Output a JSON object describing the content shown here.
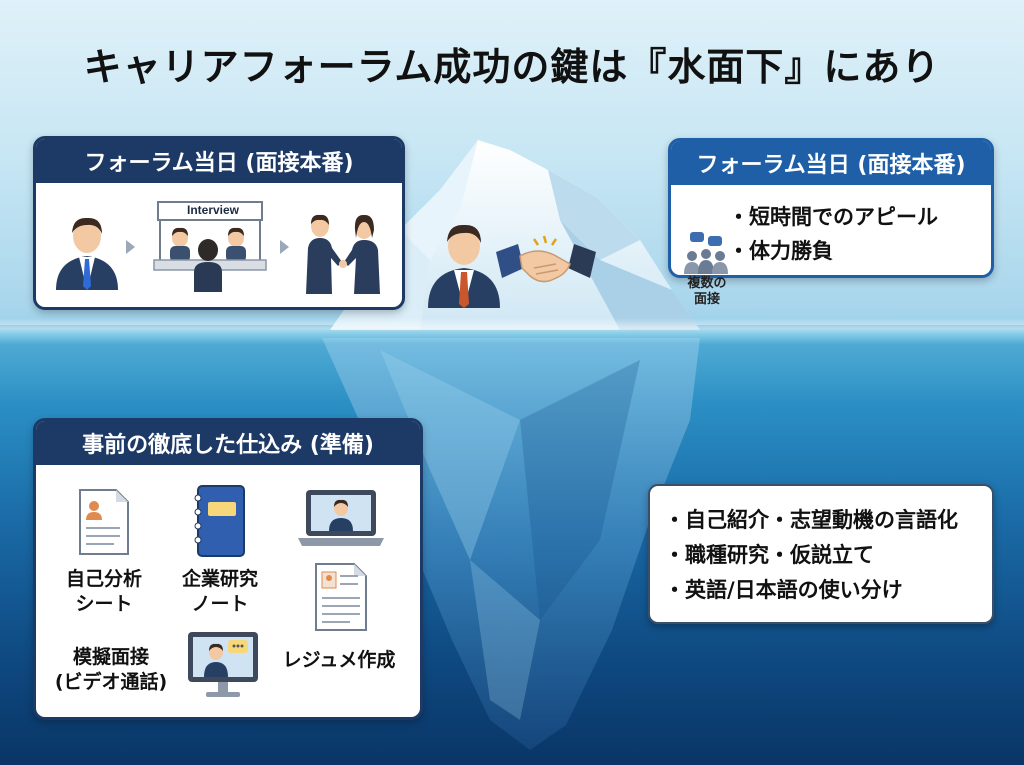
{
  "title": "キャリアフォーラム成功の鍵は『水面下』にあり",
  "left_top": {
    "header": "フォーラム当日 (面接本番)",
    "interview_sign": "Interview"
  },
  "right_top": {
    "header": "フォーラム当日 (面接本番)",
    "bullets": [
      "・短時間でのアピール",
      "・体力勝負"
    ],
    "icon_label_lines": [
      "複数の",
      "面接"
    ]
  },
  "left_bottom": {
    "header": "事前の徹底した仕込み (準備)",
    "items": [
      {
        "lines": [
          "自己分析",
          "シート"
        ],
        "icon": "document-icon"
      },
      {
        "lines": [
          "企業研究",
          "ノート"
        ],
        "icon": "notebook-icon"
      },
      {
        "lines": [
          "模擬面接",
          "(ビデオ通話)"
        ],
        "icon": "video-call-icon"
      },
      {
        "lines": [
          "レジュメ作成"
        ],
        "icon": "resume-icon"
      }
    ]
  },
  "right_bottom": {
    "bullets": [
      "・自己紹介・志望動機の言語化",
      "・職種研究・仮説立て",
      "・英語/日本語の使い分け"
    ]
  },
  "colors": {
    "navy": "#1d3a66",
    "blue_header": "#1e5fa8",
    "sea_deep": "#0a3566",
    "sky": "#dff1f9"
  }
}
